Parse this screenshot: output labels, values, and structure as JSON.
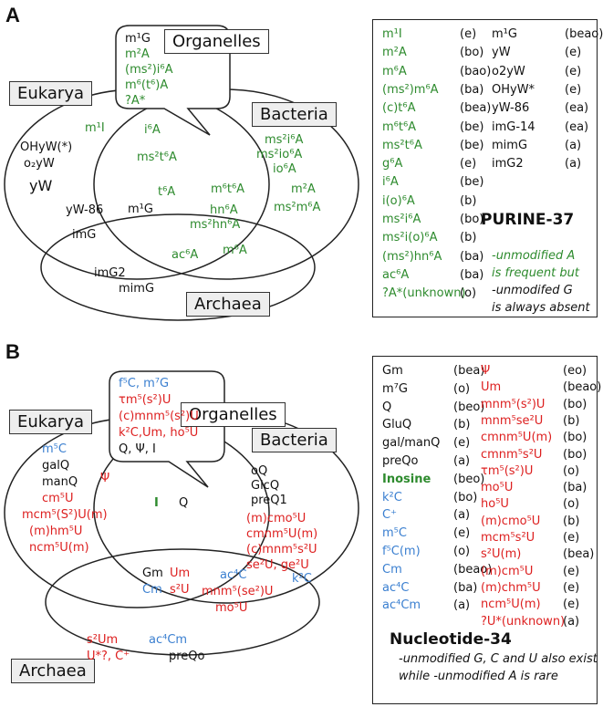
{
  "panelA": {
    "letter": "A",
    "labels": {
      "organelles": "Organelles",
      "eukarya": "Eukarya",
      "bacteria": "Bacteria",
      "archaea": "Archaea"
    },
    "organelles_bubble": [
      "m¹G",
      "m²A",
      "(ms²)i⁶A",
      "m⁶(t⁶)A",
      "?A*"
    ],
    "eukarya_only": [
      "m¹I",
      "OHyW(*)",
      "o₂yW",
      "yW"
    ],
    "euk_bac": [
      "i⁶A",
      "ms²t⁶A"
    ],
    "bac_only": [
      "ms²i⁶A",
      "ms²io⁶A",
      "io⁶A",
      "m⁶t⁶A",
      "m²A",
      "ms²m⁶A"
    ],
    "center": [
      "t⁶A",
      "m¹G"
    ],
    "euk_arc": [
      "yW-86",
      "imG"
    ],
    "bac_arc": [
      "hn⁶A",
      "ms²hn⁶A",
      "ac⁶A",
      "m⁶A"
    ],
    "arc_only": [
      "imG2",
      "mimG"
    ],
    "legend": {
      "col1": [
        {
          "name": "m¹I",
          "code": "(e)"
        },
        {
          "name": "m²A",
          "code": "(bo)"
        },
        {
          "name": "m⁶A",
          "code": "(bao)"
        },
        {
          "name": "(ms²)m⁶A",
          "code": "(ba)"
        },
        {
          "name": "(c)t⁶A",
          "code": "(bea)"
        },
        {
          "name": "m⁶t⁶A",
          "code": "(be)"
        },
        {
          "name": "ms²t⁶A",
          "code": "(be)"
        },
        {
          "name": "g⁶A",
          "code": "(e)"
        },
        {
          "name": "i⁶A",
          "code": "(be)"
        },
        {
          "name": "i(o)⁶A",
          "code": "(b)"
        },
        {
          "name": "ms²i⁶A",
          "code": "(bo)"
        },
        {
          "name": "ms²i(o)⁶A",
          "code": "(b)"
        },
        {
          "name": "(ms²)hn⁶A",
          "code": "(ba)"
        },
        {
          "name": "ac⁶A",
          "code": "(ba)"
        },
        {
          "name": "?A*(unknown)",
          "code": "(o)"
        }
      ],
      "col2": [
        {
          "name": "m¹G",
          "code": "(beao)"
        },
        {
          "name": "yW",
          "code": "(e)"
        },
        {
          "name": "o2yW",
          "code": "(e)"
        },
        {
          "name": "OHyW*",
          "code": "(e)"
        },
        {
          "name": "yW-86",
          "code": "(ea)"
        },
        {
          "name": "imG-14",
          "code": "(ea)"
        },
        {
          "name": "mimG",
          "code": "(a)"
        },
        {
          "name": "imG2",
          "code": "(a)"
        }
      ],
      "title": "PURINE-37",
      "notes": [
        "-unmodified A",
        "is frequent but",
        "-unmodifed G",
        "is always absent"
      ]
    }
  },
  "panelB": {
    "letter": "B",
    "labels": {
      "organelles": "Organelles",
      "eukarya": "Eukarya",
      "bacteria": "Bacteria",
      "archaea": "Archaea"
    },
    "organelles_bubble": [
      "f⁵C, m⁷G",
      "τm⁵(s²)U",
      "(c)mnm⁵(s²)U",
      "k²C,Um, ho⁵U",
      "Q, Ψ, I"
    ],
    "eukarya_only": [
      "m⁵C",
      "galQ",
      "manQ",
      "Ψ",
      "cm⁵U",
      "mcm⁵(S²)U(m)",
      "(m)hm⁵U",
      "ncm⁵U(m)"
    ],
    "euk_bac": [
      "I",
      "Q"
    ],
    "bac_only": [
      "oQ",
      "GlcQ",
      "preQ1",
      "(m)cmo⁵U",
      "cmnm⁵U(m)",
      "(c)mnm⁵s²U",
      "se²U, ge²U",
      "k²C"
    ],
    "center": [
      "Gm",
      "Um",
      "Cm",
      "s²U"
    ],
    "bac_arc": [
      "ac⁴C",
      "mnm⁵(se²)U",
      "mo⁵U"
    ],
    "arc_only": [
      "s²Um",
      "ac⁴Cm",
      "U*?, C⁺",
      "preQo"
    ],
    "legend": {
      "col1": [
        {
          "name": "Gm",
          "code": "(bea)",
          "color": "k"
        },
        {
          "name": "m⁷G",
          "code": "(o)",
          "color": "k"
        },
        {
          "name": "Q",
          "code": "(beo)",
          "color": "k"
        },
        {
          "name": "GluQ",
          "code": "(b)",
          "color": "k"
        },
        {
          "name": "gal/manQ",
          "code": "(e)",
          "color": "k"
        },
        {
          "name": "preQo",
          "code": "(a)",
          "color": "k"
        },
        {
          "name": "Inosine",
          "code": "(beo)",
          "color": "g"
        },
        {
          "name": "k²C",
          "code": "(bo)",
          "color": "b"
        },
        {
          "name": "C⁺",
          "code": "(a)",
          "color": "b"
        },
        {
          "name": "m⁵C",
          "code": "(e)",
          "color": "b"
        },
        {
          "name": "f⁵C(m)",
          "code": "(o)",
          "color": "b"
        },
        {
          "name": "Cm",
          "code": "(beao)",
          "color": "b"
        },
        {
          "name": "ac⁴C",
          "code": "(ba)",
          "color": "b"
        },
        {
          "name": "ac⁴Cm",
          "code": "(a)",
          "color": "b"
        }
      ],
      "col2": [
        {
          "name": "Ψ",
          "code": "(eo)",
          "color": "r"
        },
        {
          "name": "Um",
          "code": "(beao)",
          "color": "r"
        },
        {
          "name": "mnm⁵(s²)U",
          "code": "(bo)",
          "color": "r"
        },
        {
          "name": "mnm⁵se²U",
          "code": "(b)",
          "color": "r"
        },
        {
          "name": "cmnm⁵U(m)",
          "code": "(bo)",
          "color": "r"
        },
        {
          "name": "cmnm⁵s²U",
          "code": "(bo)",
          "color": "r"
        },
        {
          "name": "τm⁵(s²)U",
          "code": "(o)",
          "color": "r"
        },
        {
          "name": "mo⁵U",
          "code": "(ba)",
          "color": "r"
        },
        {
          "name": "ho⁵U",
          "code": "(o)",
          "color": "r"
        },
        {
          "name": "(m)cmo⁵U",
          "code": "(b)",
          "color": "r"
        },
        {
          "name": "mcm⁵s²U",
          "code": "(e)",
          "color": "r"
        },
        {
          "name": "s²U(m)",
          "code": "(bea)",
          "color": "r"
        },
        {
          "name": "(m)cm⁵U",
          "code": "(e)",
          "color": "r"
        },
        {
          "name": "(m)chm⁵U",
          "code": "(e)",
          "color": "r"
        },
        {
          "name": "ncm⁵U(m)",
          "code": "(e)",
          "color": "r"
        },
        {
          "name": "?U*(unknown)",
          "code": "(a)",
          "color": "r"
        }
      ],
      "title": "Nucleotide-34",
      "notes": [
        "-unmodified G, C and U also exist",
        "while -unmodified A is rare"
      ]
    }
  },
  "colors": {
    "green": "#2e8b2e",
    "red": "#dd1f1f",
    "blue": "#3a7fd0",
    "black": "#111111"
  }
}
